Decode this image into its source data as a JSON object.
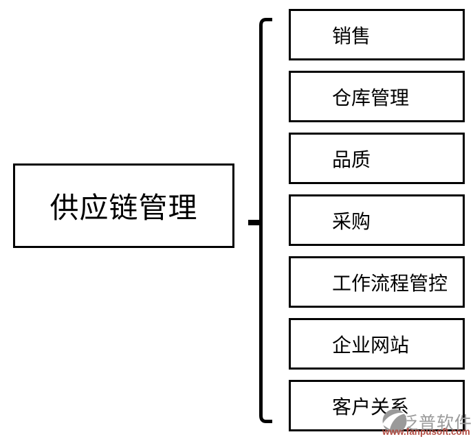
{
  "colors": {
    "background": "#ffffff",
    "line": "#000000",
    "text": "#000000",
    "watermark-gray": "#9a9a9a",
    "watermark-red": "#b0493f"
  },
  "diagram": {
    "type": "tree-brace-diagram",
    "root": {
      "label": "供应链管理"
    },
    "children": [
      {
        "label": "销售"
      },
      {
        "label": "仓库管理"
      },
      {
        "label": "品质"
      },
      {
        "label": "采购"
      },
      {
        "label": "工作流程管控"
      },
      {
        "label": "企业网站"
      },
      {
        "label": "客户关系"
      }
    ]
  },
  "watermark": {
    "brand": "泛普软件",
    "url": "www.fanpusoft.com"
  }
}
